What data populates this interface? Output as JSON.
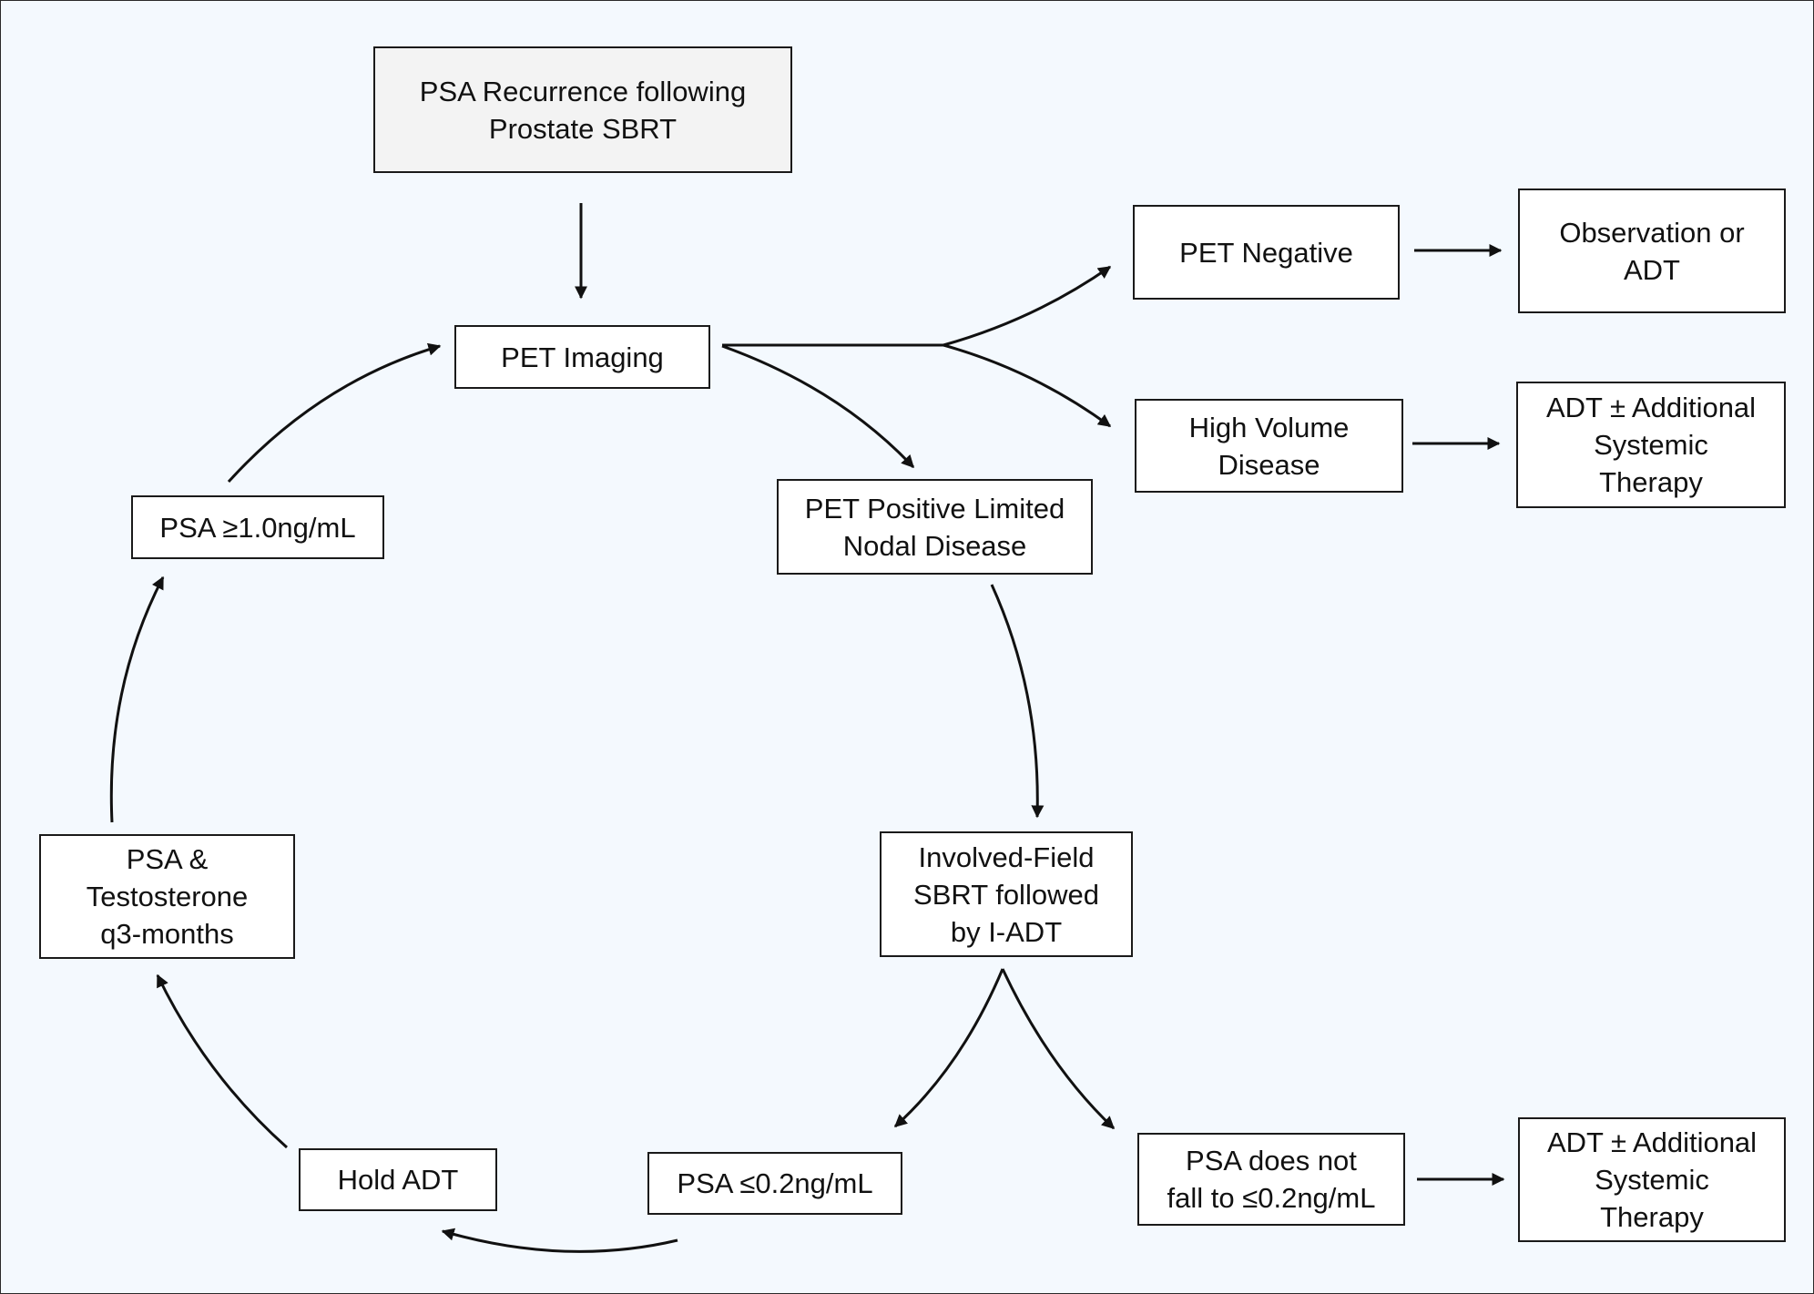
{
  "colors": {
    "background": "#f4f9fe",
    "box_fill": "#ffffff",
    "start_box_fill": "#f3f3f3",
    "stroke": "#111111"
  },
  "nodes": {
    "psa_recurrence": "PSA Recurrence following\nProstate SBRT",
    "pet_imaging": "PET Imaging",
    "pet_negative": "PET Negative",
    "observation_or_adt": "Observation or\nADT",
    "high_volume": "High Volume\nDisease",
    "adt_additional_1": "ADT ± Additional\nSystemic\nTherapy",
    "pet_positive": "PET Positive Limited\nNodal Disease",
    "involved_field": "Involved-Field\nSBRT followed\nby I-ADT",
    "psa_not_fall": "PSA does not\nfall to ≤0.2ng/mL",
    "adt_additional_2": "ADT ± Additional\nSystemic\nTherapy",
    "psa_low": "PSA ≤0.2ng/mL",
    "hold_adt": "Hold ADT",
    "psa_testosterone": "PSA &\nTestosterone\nq3-months",
    "psa_high": "PSA ≥1.0ng/mL"
  },
  "edges": [
    {
      "from": "psa_recurrence",
      "to": "pet_imaging"
    },
    {
      "from": "pet_imaging",
      "to": "pet_negative"
    },
    {
      "from": "pet_imaging",
      "to": "high_volume"
    },
    {
      "from": "pet_imaging",
      "to": "pet_positive"
    },
    {
      "from": "pet_negative",
      "to": "observation_or_adt"
    },
    {
      "from": "high_volume",
      "to": "adt_additional_1"
    },
    {
      "from": "pet_positive",
      "to": "involved_field"
    },
    {
      "from": "involved_field",
      "to": "psa_low"
    },
    {
      "from": "involved_field",
      "to": "psa_not_fall"
    },
    {
      "from": "psa_not_fall",
      "to": "adt_additional_2"
    },
    {
      "from": "psa_low",
      "to": "hold_adt"
    },
    {
      "from": "hold_adt",
      "to": "psa_testosterone"
    },
    {
      "from": "psa_testosterone",
      "to": "psa_high"
    },
    {
      "from": "psa_high",
      "to": "pet_imaging"
    }
  ]
}
